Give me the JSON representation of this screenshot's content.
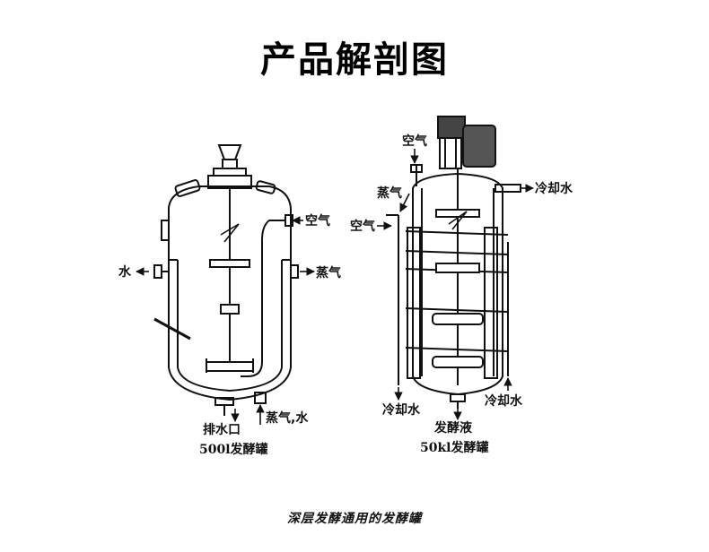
{
  "page_title": "产品解剖图",
  "left_tank": {
    "labels": {
      "air": "空气",
      "water": "水",
      "steam": "蒸气",
      "steam_water": "蒸气,水",
      "drain": "排水口"
    },
    "caption": "500l发酵罐"
  },
  "right_tank": {
    "labels": {
      "air_top": "空气",
      "steam": "蒸气",
      "air_side": "空气",
      "cooling_water_top": "冷却水",
      "cooling_water_left": "冷却水",
      "cooling_water_right": "冷却水",
      "broth": "发酵液"
    },
    "caption": "50kl发酵罐"
  },
  "figure_caption": "深层发酵通用的发酵罐",
  "colors": {
    "ink": "#111111",
    "background": "#ffffff"
  }
}
